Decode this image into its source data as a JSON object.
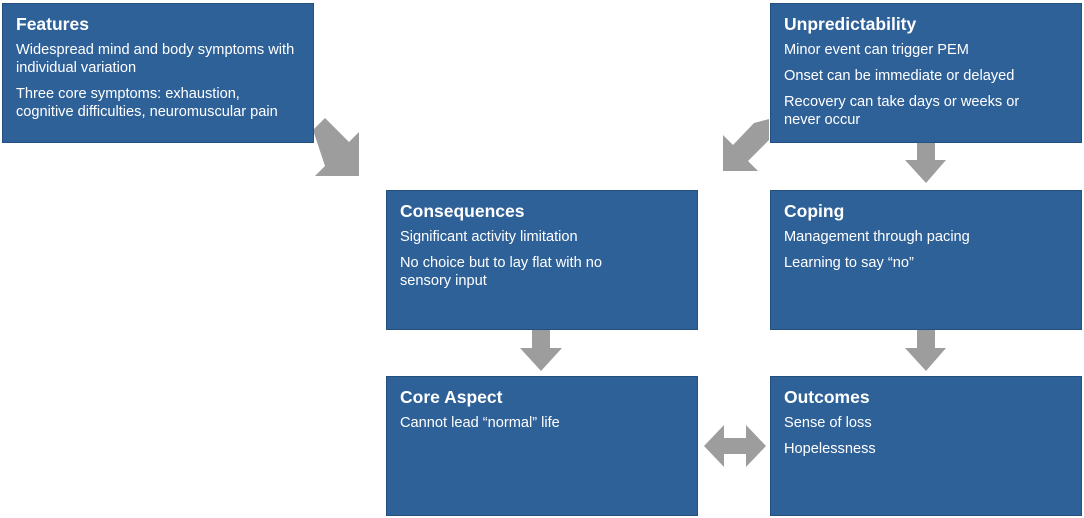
{
  "colors": {
    "box": "#2f6199",
    "arrow": "#9d9d9d"
  },
  "boxes": {
    "features": {
      "title": "Features",
      "lines": [
        "Widespread mind and body symptoms with individual variation",
        "Three core symptoms: exhaustion, cognitive difficulties, neuromuscular pain"
      ]
    },
    "unpredictability": {
      "title": "Unpredictability",
      "lines": [
        "Minor event can trigger PEM",
        "Onset can be immediate or delayed",
        "Recovery can take days or weeks or never occur"
      ]
    },
    "consequences": {
      "title": "Consequences",
      "lines": [
        "Significant activity limitation",
        "No choice but to lay flat with no sensory input"
      ]
    },
    "coping": {
      "title": "Coping",
      "lines": [
        "Management through pacing",
        "Learning to say “no”"
      ]
    },
    "core_aspect": {
      "title": "Core Aspect",
      "lines": [
        "Cannot lead “normal” life"
      ]
    },
    "outcomes": {
      "title": "Outcomes",
      "lines": [
        "Sense of loss",
        "Hopelessness"
      ]
    }
  },
  "connections": [
    {
      "from": "features",
      "to": "consequences",
      "type": "arrow"
    },
    {
      "from": "unpredictability",
      "to": "consequences",
      "type": "arrow"
    },
    {
      "from": "unpredictability",
      "to": "coping",
      "type": "arrow"
    },
    {
      "from": "consequences",
      "to": "core_aspect",
      "type": "arrow"
    },
    {
      "from": "coping",
      "to": "outcomes",
      "type": "arrow"
    },
    {
      "from": "core_aspect",
      "to": "outcomes",
      "type": "double-arrow"
    }
  ]
}
